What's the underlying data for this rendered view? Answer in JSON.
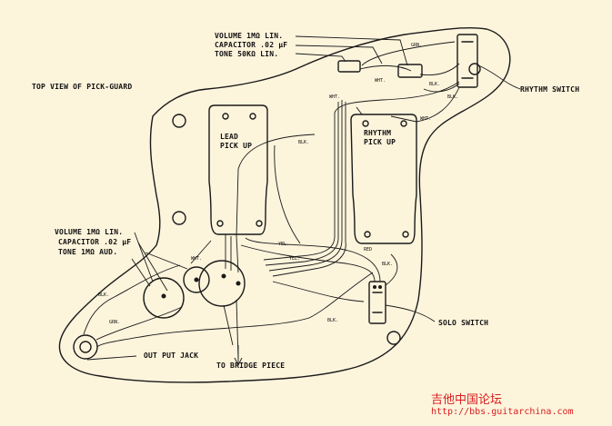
{
  "labels": {
    "top_view": "TOP VIEW OF PICK-GUARD",
    "rhythm_volume": "VOLUME  1MΩ LIN.",
    "rhythm_capacitor": "CAPACITOR .02 µF",
    "rhythm_tone": "TONE  50KΩ LIN.",
    "rhythm_switch": "RHYTHM SWITCH",
    "lead_pickup": "LEAD\nPICK UP",
    "rhythm_pickup": "RHYTHM\nPICK UP",
    "volume": "VOLUME 1MΩ LIN.",
    "capacitor": "CAPACITOR .02 µF",
    "tone": "TONE  1MΩ AUD.",
    "solo_switch": "SOLO SWITCH",
    "output_jack": "OUT PUT JACK",
    "bridge_piece": "TO BRIDGE PIECE"
  },
  "wire_labels": {
    "grn": "GRN.",
    "wht1": "WHT.",
    "blk1": "BLK.",
    "wht2": "WHT.",
    "blk2": "BLK.",
    "wht3": "WHT.",
    "blk3": "BLK.",
    "yel1": "YEL.",
    "yel2": "YEL.",
    "red": "RED",
    "blk4": "BLK.",
    "blk5": "BLK.",
    "grn2": "GRN.",
    "wht4": "WHT.",
    "blk6": "BLK."
  },
  "watermark": {
    "chinese": "吉他中国论坛",
    "url": "http://bbs.guitarchina.com",
    "color": "#d81e1e"
  },
  "colors": {
    "background": "#fdf4dc",
    "ink": "#1a1a1a"
  }
}
